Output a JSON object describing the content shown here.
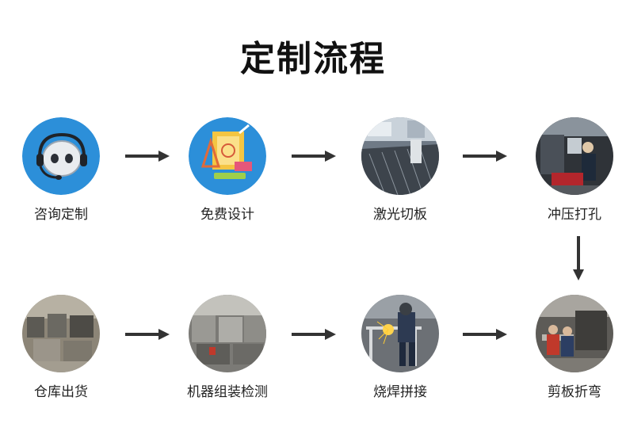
{
  "title": "定制流程",
  "steps": [
    {
      "label": "咨询定制",
      "icon": "headset-icon"
    },
    {
      "label": "免费设计",
      "icon": "design-icon"
    },
    {
      "label": "激光切板",
      "icon": "laser-cutting-photo"
    },
    {
      "label": "冲压打孔",
      "icon": "punching-photo"
    },
    {
      "label": "剪板折弯",
      "icon": "bending-photo"
    },
    {
      "label": "烧焊拼接",
      "icon": "welding-photo"
    },
    {
      "label": "机器组装检测",
      "icon": "assembly-photo"
    },
    {
      "label": "仓库出货",
      "icon": "warehouse-photo"
    }
  ],
  "colors": {
    "arrow": "#333333",
    "circle_blue": "#2c8fd9",
    "title": "#111111"
  }
}
